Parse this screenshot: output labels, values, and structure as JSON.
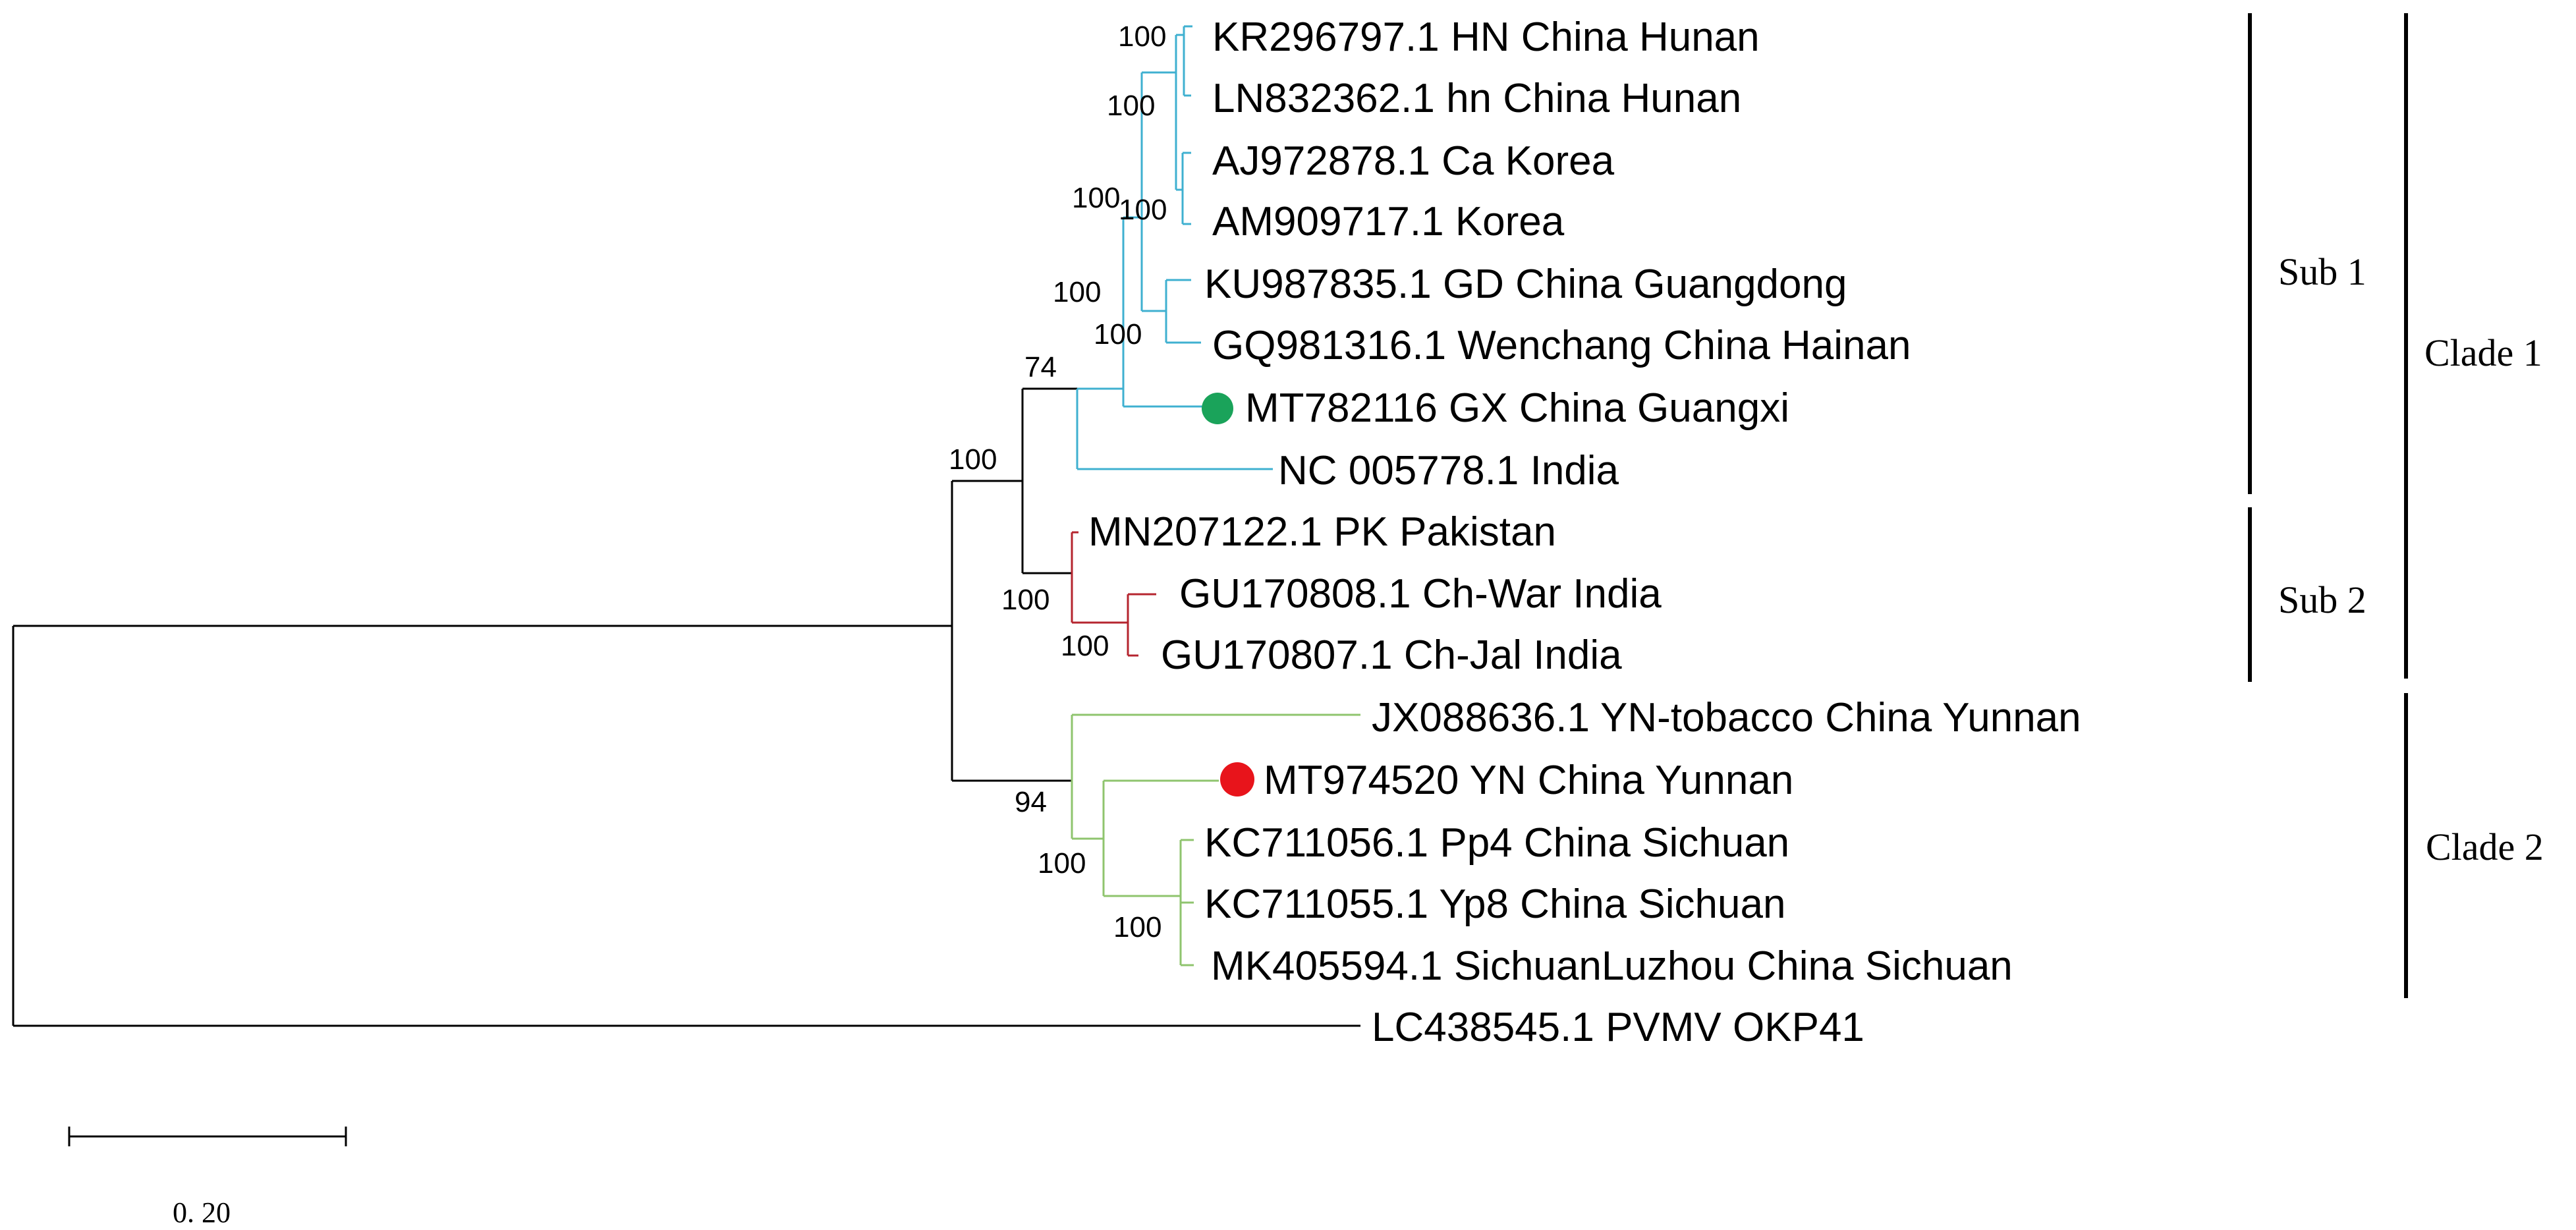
{
  "tree": {
    "colors": {
      "clade1_sub1": "#3fb0d0",
      "clade1_sub2": "#b5252f",
      "clade2": "#8fc46e",
      "root": "#000000",
      "marker_green": "#1aa35a",
      "marker_red": "#e8141b"
    },
    "leaves": [
      {
        "label": "KR296797.1 HN China Hunan"
      },
      {
        "label": "LN832362.1 hn China Hunan"
      },
      {
        "label": "AJ972878.1 Ca Korea"
      },
      {
        "label": "AM909717.1 Korea"
      },
      {
        "label": "KU987835.1 GD China Guangdong"
      },
      {
        "label": "GQ981316.1 Wenchang China Hainan"
      },
      {
        "label": "MT782116 GX China Guangxi",
        "marker": "green-dot"
      },
      {
        "label": "NC 005778.1 India"
      },
      {
        "label": "MN207122.1 PK Pakistan"
      },
      {
        "label": "GU170808.1 Ch-War India"
      },
      {
        "label": "GU170807.1 Ch-Jal India"
      },
      {
        "label": "JX088636.1 YN-tobacco China Yunnan"
      },
      {
        "label": "MT974520 YN China Yunnan",
        "marker": "red-dot"
      },
      {
        "label": "KC711056.1 Pp4 China Sichuan"
      },
      {
        "label": "KC711055.1 Yp8 China Sichuan"
      },
      {
        "label": "MK405594.1 SichuanLuzhou China Sichuan"
      },
      {
        "label": "LC438545.1 PVMV OKP41"
      }
    ],
    "bootstrap_values": [
      "100",
      "100",
      "100",
      "100",
      "100",
      "100",
      "74",
      "100",
      "100",
      "100",
      "94",
      "100",
      "100"
    ],
    "groups": {
      "sub1": "Sub 1",
      "sub2": "Sub 2",
      "clade1": "Clade 1",
      "clade2": "Clade 2"
    },
    "scale_bar": {
      "label": "0. 20",
      "value": 0.2
    }
  }
}
